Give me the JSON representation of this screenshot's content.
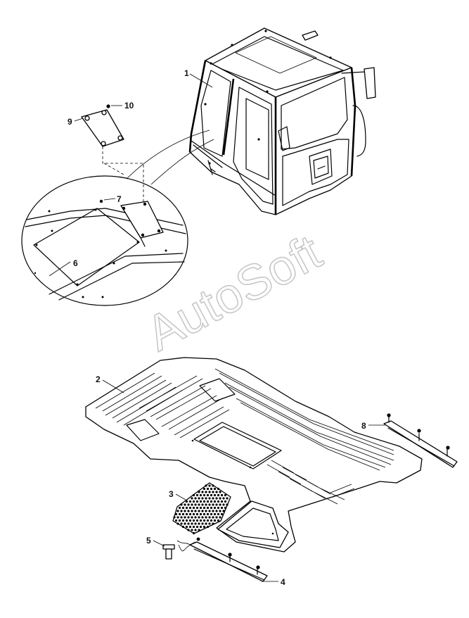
{
  "watermark": "AutoSoft",
  "callouts": [
    "1",
    "2",
    "3",
    "4",
    "5",
    "6",
    "7",
    "8",
    "9",
    "10"
  ],
  "colors": {
    "line": "#000000",
    "background": "#ffffff",
    "watermark": "#c8c8c8"
  }
}
